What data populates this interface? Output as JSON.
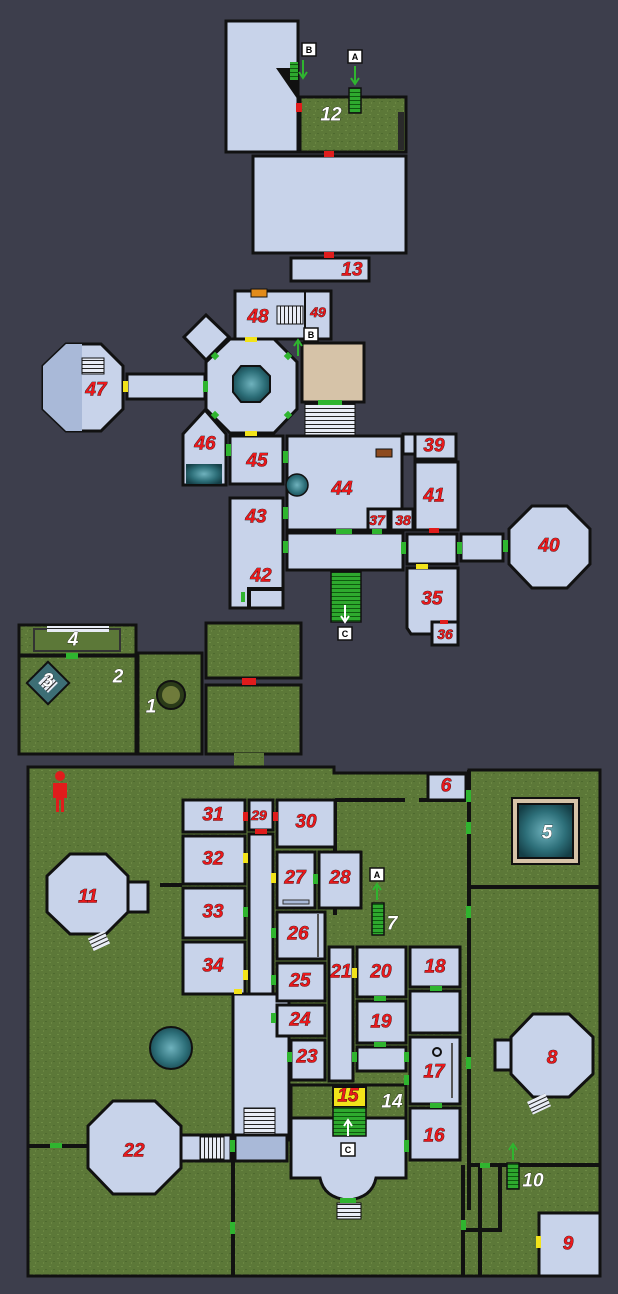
{
  "colors": {
    "background": "#3d3e4c",
    "room": "#c8d3ea",
    "grass": "#5f7a3a",
    "wall": "#111111",
    "label": "#e8191c",
    "label_white": "#ffffff",
    "door_green": "#2fb52f",
    "door_yellow": "#f2e31a",
    "door_red": "#e01c1c",
    "water": "#2e6f7a",
    "stairs_green": "#2ea92e",
    "tan_floor": "#d6c3a8"
  },
  "rooms": [
    {
      "id": "1",
      "label": "1",
      "color": "white"
    },
    {
      "id": "2",
      "label": "2",
      "color": "white"
    },
    {
      "id": "3",
      "label": "3",
      "color": "white"
    },
    {
      "id": "4",
      "label": "4",
      "color": "white"
    },
    {
      "id": "5",
      "label": "5",
      "color": "white"
    },
    {
      "id": "6",
      "label": "6",
      "color": "red"
    },
    {
      "id": "7",
      "label": "7",
      "color": "white"
    },
    {
      "id": "8",
      "label": "8",
      "color": "red"
    },
    {
      "id": "9",
      "label": "9",
      "color": "red"
    },
    {
      "id": "10",
      "label": "10",
      "color": "white"
    },
    {
      "id": "11",
      "label": "11",
      "color": "red"
    },
    {
      "id": "12",
      "label": "12",
      "color": "white"
    },
    {
      "id": "13",
      "label": "13",
      "color": "red"
    },
    {
      "id": "14",
      "label": "14",
      "color": "white"
    },
    {
      "id": "15",
      "label": "15",
      "color": "red"
    },
    {
      "id": "16",
      "label": "16",
      "color": "red"
    },
    {
      "id": "17",
      "label": "17",
      "color": "red"
    },
    {
      "id": "18",
      "label": "18",
      "color": "red"
    },
    {
      "id": "19",
      "label": "19",
      "color": "red"
    },
    {
      "id": "20",
      "label": "20",
      "color": "red"
    },
    {
      "id": "21",
      "label": "21",
      "color": "red"
    },
    {
      "id": "22",
      "label": "22",
      "color": "red"
    },
    {
      "id": "23",
      "label": "23",
      "color": "red"
    },
    {
      "id": "24",
      "label": "24",
      "color": "red"
    },
    {
      "id": "25",
      "label": "25",
      "color": "red"
    },
    {
      "id": "26",
      "label": "26",
      "color": "red"
    },
    {
      "id": "27",
      "label": "27",
      "color": "red"
    },
    {
      "id": "28",
      "label": "28",
      "color": "red"
    },
    {
      "id": "29",
      "label": "29",
      "color": "red"
    },
    {
      "id": "30",
      "label": "30",
      "color": "red"
    },
    {
      "id": "31",
      "label": "31",
      "color": "red"
    },
    {
      "id": "32",
      "label": "32",
      "color": "red"
    },
    {
      "id": "33",
      "label": "33",
      "color": "red"
    },
    {
      "id": "34",
      "label": "34",
      "color": "red"
    },
    {
      "id": "35",
      "label": "35",
      "color": "red"
    },
    {
      "id": "36",
      "label": "36",
      "color": "red"
    },
    {
      "id": "37",
      "label": "37",
      "color": "red"
    },
    {
      "id": "38",
      "label": "38",
      "color": "red"
    },
    {
      "id": "39",
      "label": "39",
      "color": "red"
    },
    {
      "id": "40",
      "label": "40",
      "color": "red"
    },
    {
      "id": "41",
      "label": "41",
      "color": "red"
    },
    {
      "id": "42",
      "label": "42",
      "color": "red"
    },
    {
      "id": "43",
      "label": "43",
      "color": "red"
    },
    {
      "id": "44",
      "label": "44",
      "color": "red"
    },
    {
      "id": "45",
      "label": "45",
      "color": "red"
    },
    {
      "id": "46",
      "label": "46",
      "color": "red"
    },
    {
      "id": "47",
      "label": "47",
      "color": "red"
    },
    {
      "id": "48",
      "label": "48",
      "color": "red"
    },
    {
      "id": "49",
      "label": "49",
      "color": "red"
    }
  ],
  "markers": [
    {
      "id": "A-top",
      "label": "A"
    },
    {
      "id": "B-top",
      "label": "B"
    },
    {
      "id": "B-mid",
      "label": "B"
    },
    {
      "id": "C-mid",
      "label": "C"
    },
    {
      "id": "A-bottom",
      "label": "A"
    },
    {
      "id": "C-bottom",
      "label": "C"
    }
  ],
  "player_icon": "person-icon"
}
